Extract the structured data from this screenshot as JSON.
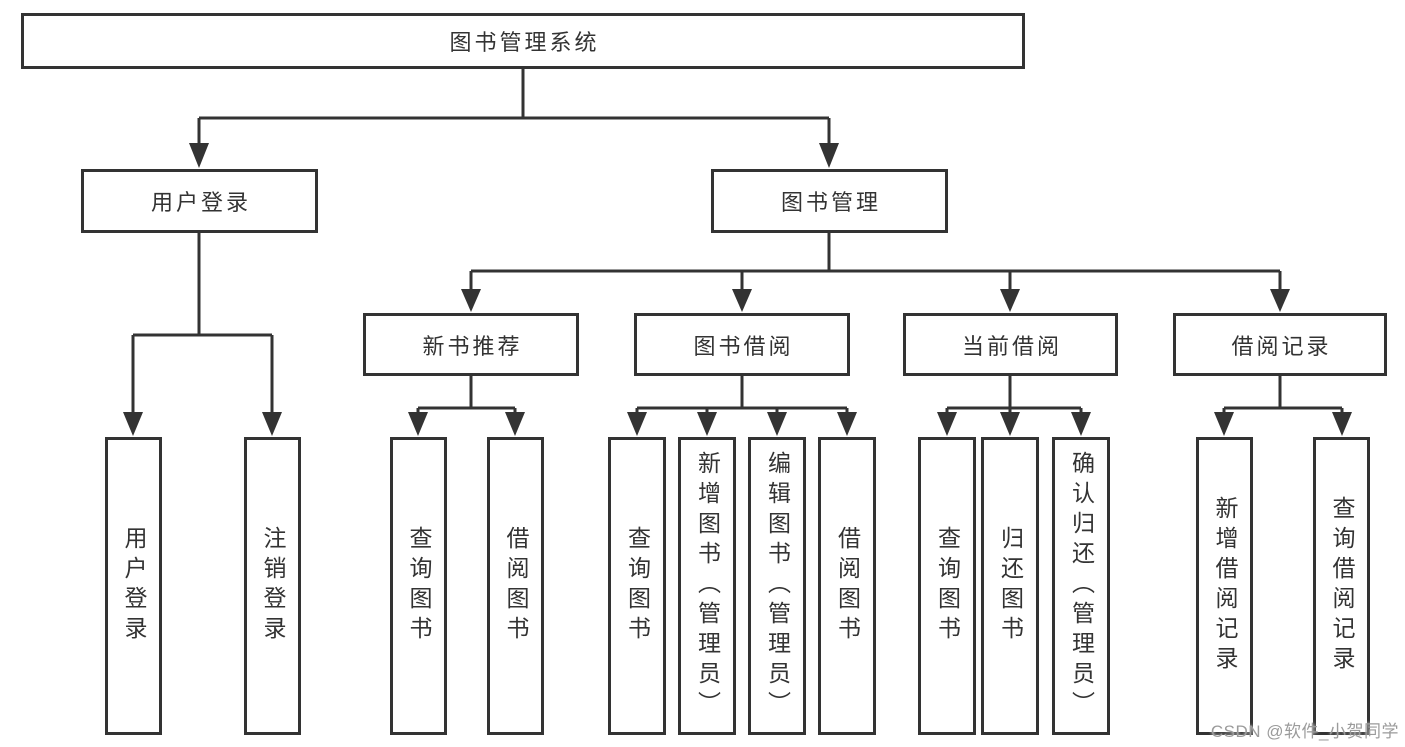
{
  "diagram": {
    "root": "图书管理系统",
    "level2": {
      "user": {
        "label": "用户登录",
        "children": [
          "用户登录",
          "注销登录"
        ]
      },
      "management": {
        "label": "图书管理",
        "sections": [
          {
            "label": "新书推荐",
            "children": [
              "查询图书",
              "借阅图书"
            ]
          },
          {
            "label": "图书借阅",
            "children": [
              "查询图书",
              "新增图书（管理员）",
              "编辑图书（管理员）",
              "借阅图书"
            ]
          },
          {
            "label": "当前借阅",
            "children": [
              "查询图书",
              "归还图书",
              "确认归还（管理员）"
            ]
          },
          {
            "label": "借阅记录",
            "children": [
              "新增借阅记录",
              "查询借阅记录"
            ]
          }
        ]
      }
    }
  },
  "watermark": {
    "text": "CSDN @软件_小贺同学"
  },
  "colors": {
    "line": "#333333",
    "box_border": "#333333",
    "box_background": "#ffffff",
    "text": "#333333",
    "watermark_text": "#9b9b9b",
    "background": "#ffffff"
  }
}
